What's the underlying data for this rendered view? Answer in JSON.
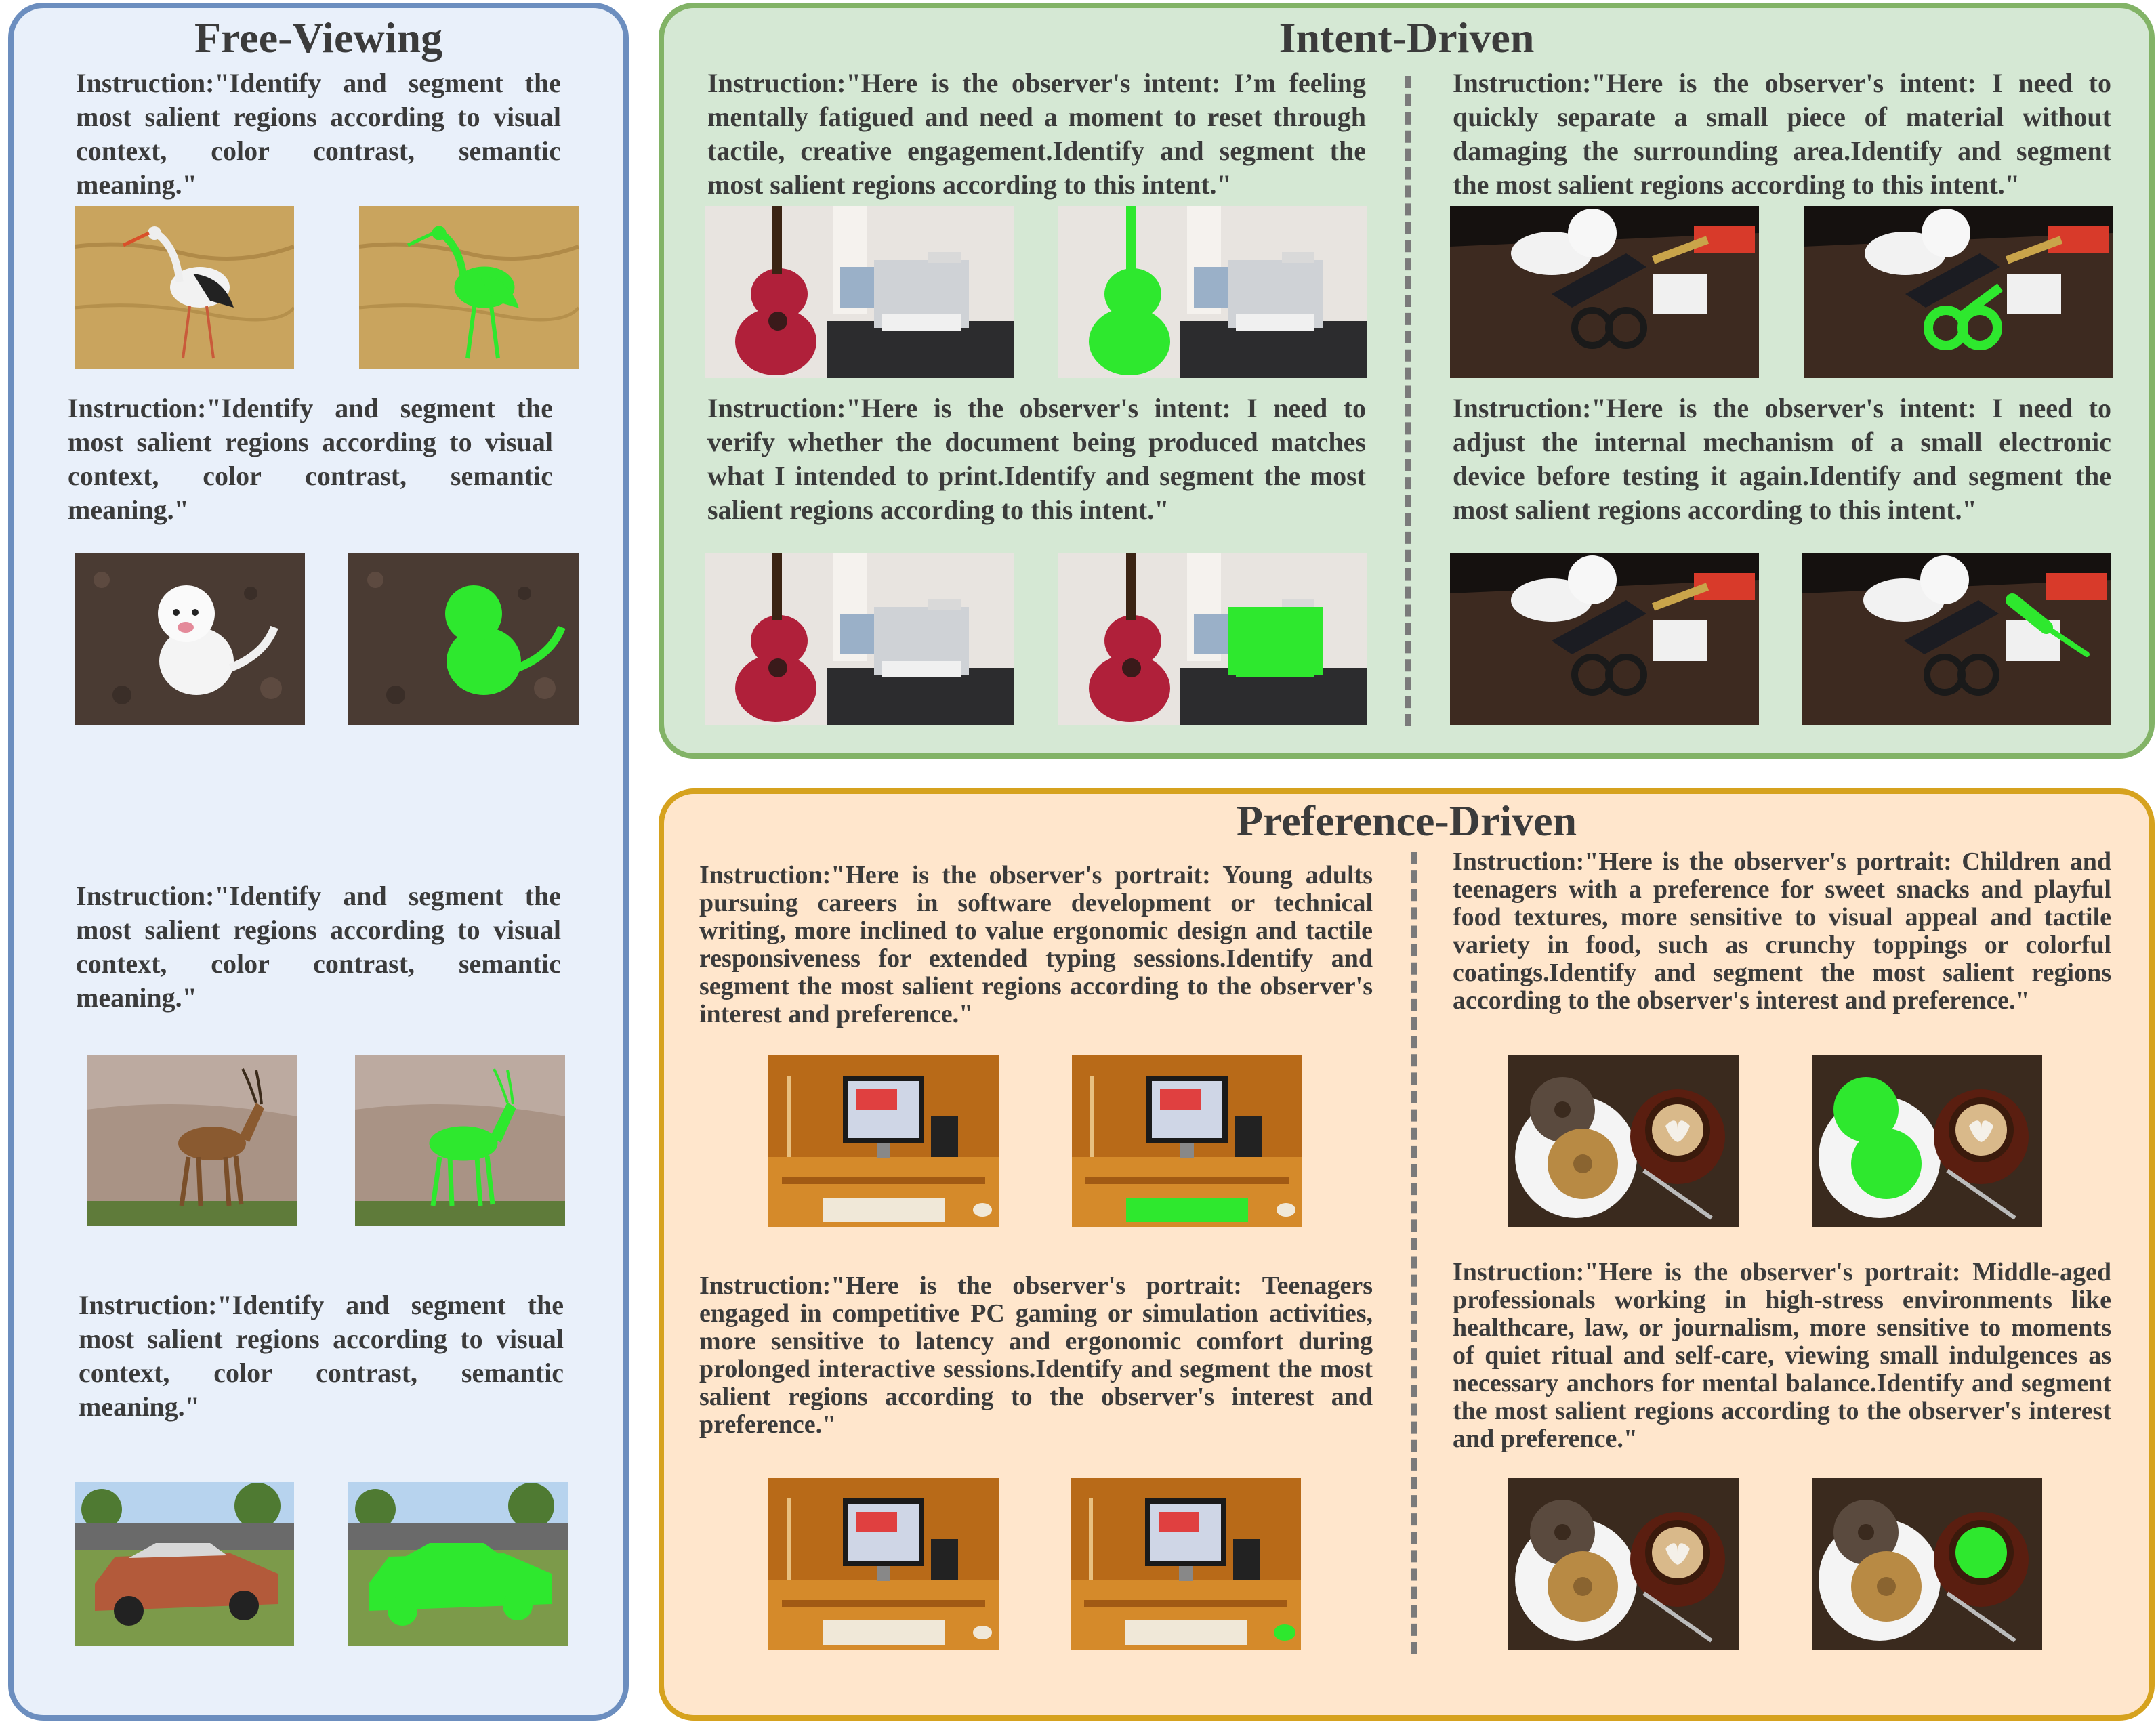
{
  "panels": {
    "free": {
      "title": "Free-Viewing"
    },
    "intent": {
      "title": "Intent-Driven"
    },
    "pref": {
      "title": "Preference-Driven"
    }
  },
  "free_viewing": [
    {
      "instruction": "Instruction:\"Identify and segment the most salient regions according to visual context, color contrast, semantic meaning.\"",
      "subject": "stork-image",
      "mask": "stork-mask"
    },
    {
      "instruction": "Instruction:\"Identify and segment the most salient regions according to visual context, color contrast, semantic meaning.\"",
      "subject": "puppy-image",
      "mask": "puppy-mask"
    },
    {
      "instruction": "Instruction:\"Identify and segment the most salient regions according to visual context, color contrast, semantic meaning.\"",
      "subject": "antelope-image",
      "mask": "antelope-mask"
    },
    {
      "instruction": "Instruction:\"Identify and segment the most salient regions according to visual context, color contrast, semantic meaning.\"",
      "subject": "car-image",
      "mask": "car-mask"
    }
  ],
  "intent_driven": [
    {
      "instruction": "Instruction:\"Here is the observer's intent: I’m feeling mentally fatigued and need a moment to reset through tactile, creative engagement.Identify and segment the most salient regions according to this intent.\"",
      "scene": "guitar-desk",
      "target": "guitar"
    },
    {
      "instruction": "Instruction:\"Here is the observer's intent: I need to quickly separate a small piece of material without damaging the surrounding area.Identify and segment the most salient regions according to this intent.\"",
      "scene": "tools-table",
      "target": "scissors"
    },
    {
      "instruction": "Instruction:\"Here is the observer's intent: I need to verify whether the document being produced matches what I intended to print.Identify and segment the most salient regions according to this intent.\"",
      "scene": "guitar-desk",
      "target": "printer"
    },
    {
      "instruction": "Instruction:\"Here is the observer's intent: I need to adjust the internal mechanism of a small electronic device before testing it again.Identify and segment the most salient regions according to this intent.\"",
      "scene": "tools-table",
      "target": "screwdriver"
    }
  ],
  "preference_driven": [
    {
      "instruction": "Instruction:\"Here is the observer's portrait: Young adults pursuing careers in software development or technical writing, more inclined to value ergonomic design and tactile responsiveness for extended typing sessions.Identify and segment the most salient regions according to the observer's interest and preference.\"",
      "scene": "computer-desk",
      "target": "keyboard"
    },
    {
      "instruction": "Instruction:\"Here is the observer's portrait: Children and teenagers with a preference for sweet snacks and playful food textures, more sensitive to visual appeal and tactile variety in food, such as crunchy toppings or colorful coatings.Identify and segment the most salient regions according to the observer's interest and preference.\"",
      "scene": "donuts-coffee",
      "target": "donuts"
    },
    {
      "instruction": "Instruction:\"Here is the observer's portrait: Teenagers engaged in competitive PC gaming or simulation activities, more sensitive to latency and ergonomic comfort during prolonged interactive sessions.Identify and segment the most salient regions according to the observer's interest and preference.\"",
      "scene": "computer-desk",
      "target": "mouse"
    },
    {
      "instruction": "Instruction:\"Here is the observer's portrait: Middle-aged professionals working in high-stress environments like healthcare, law, or journalism, more sensitive to moments of quiet ritual and self-care, viewing small indulgences as necessary anchors for mental balance.Identify and segment the most salient regions according to the observer's interest and preference.\"",
      "scene": "donuts-coffee",
      "target": "coffee"
    }
  ],
  "colors": {
    "mask": "#2ee82e",
    "free_border": "#6c8ebf",
    "intent_border": "#82b366",
    "pref_border": "#d6a21e"
  }
}
